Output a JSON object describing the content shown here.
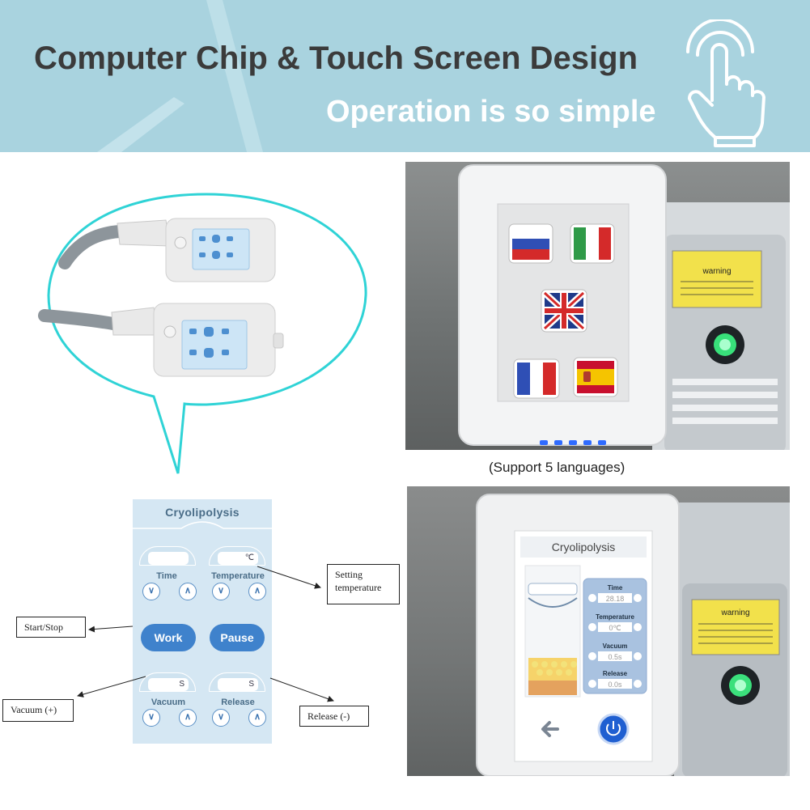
{
  "banner": {
    "title": "Computer Chip & Touch Screen Design",
    "subtitle": "Operation is so simple",
    "icon": "tap-hand-icon",
    "color": "#a9d3df"
  },
  "caption": "(Support 5 languages)",
  "diagram": {
    "title": "Cryolipolysis",
    "time_label": "Time",
    "temperature_label": "Temperature",
    "temperature_unit": "℃",
    "work_label": "Work",
    "pause_label": "Pause",
    "vacuum_label": "Vacuum",
    "vacuum_unit": "S",
    "release_label": "Release",
    "release_unit": "S"
  },
  "callouts": {
    "setting_temperature_line1": "Setting",
    "setting_temperature_line2": "temperature",
    "start_stop": "Start/Stop",
    "vacuum": "Vacuum (+)",
    "release": "Release (-)"
  },
  "device_screen": {
    "title": "Cryolipolysis",
    "time_label": "Time",
    "time_value": "28.18",
    "temperature_label": "Temperature",
    "temperature_value": "0℃",
    "vacuum_label": "Vacuum",
    "vacuum_value": "0.5s",
    "release_label": "Release",
    "release_value": "0.0s",
    "warning_label": "warning"
  },
  "warning_label": "warning",
  "flags": [
    "Russia",
    "Italy",
    "United Kingdom",
    "France",
    "Spain"
  ]
}
